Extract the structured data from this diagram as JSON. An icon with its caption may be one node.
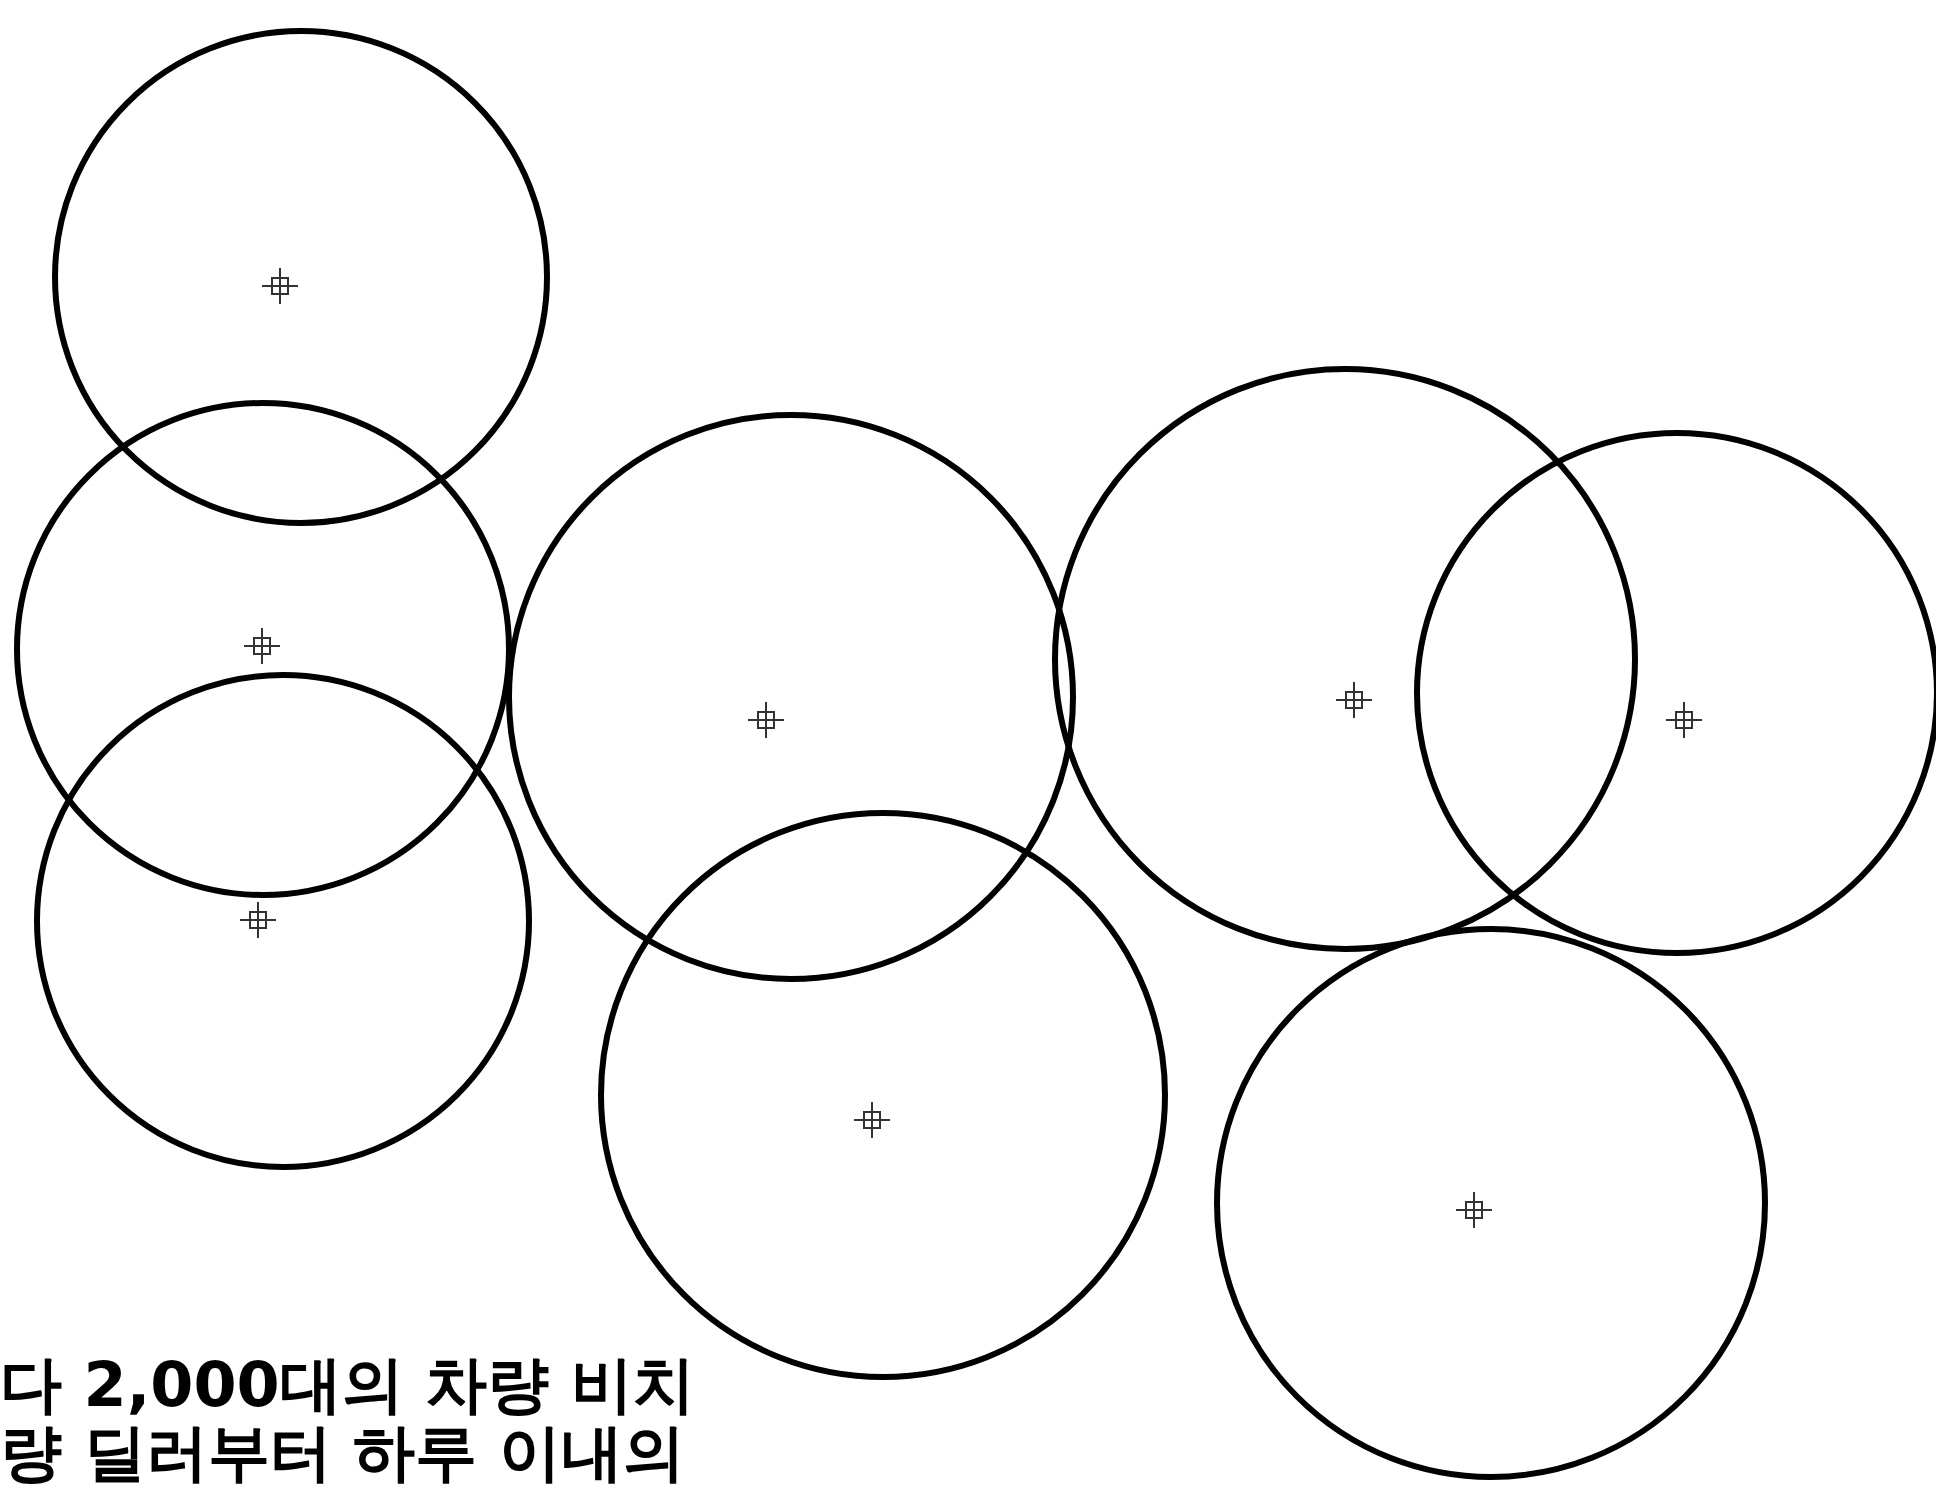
{
  "diagram": {
    "nodes": [
      {
        "text": [],
        "shape": "circle"
      },
      {
        "text": [],
        "shape": "circle"
      },
      {
        "text": [],
        "shape": "circle"
      },
      {
        "text": [],
        "shape": "circle"
      },
      {
        "text": [],
        "shape": "circle"
      },
      {
        "text": [],
        "shape": "circle"
      },
      {
        "text": [],
        "shape": "circle"
      },
      {
        "text": [],
        "shape": "circle"
      }
    ],
    "labels": [
      "다 2,000대의 차량 비치",
      "량 딜러부터 하루 이내의"
    ]
  }
}
